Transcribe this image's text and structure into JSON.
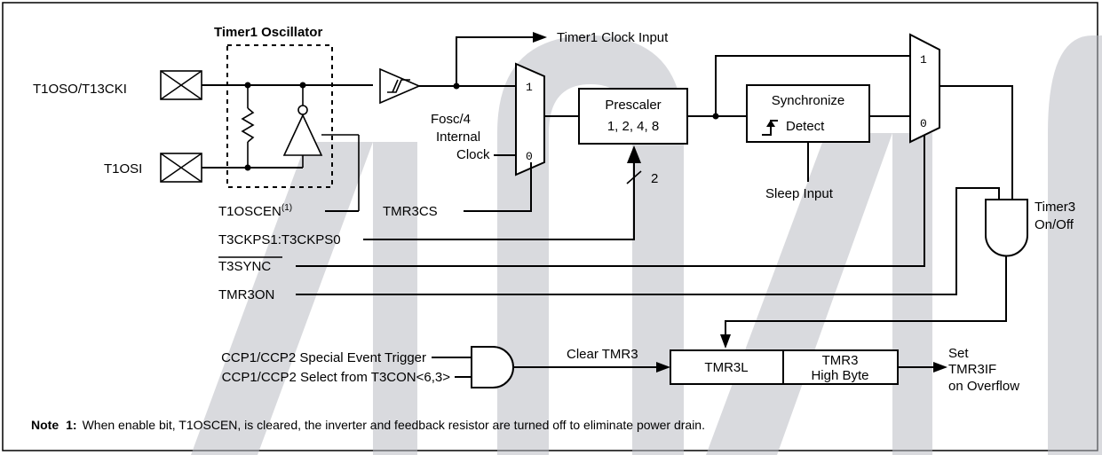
{
  "colors": {
    "line": "#000000",
    "background": "#ffffff",
    "watermark": "#b9bcc3"
  },
  "labels": {
    "timer1_oscillator": "Timer1 Oscillator",
    "pin_t1oso": "T1OSO/T13CKI",
    "pin_t1osi": "T1OSI",
    "timer1_clock_input": "Timer1 Clock Input",
    "fosc_line1": "Fosc/4",
    "fosc_line2": "Internal",
    "fosc_line3": "Clock",
    "mux1_in1": "1",
    "mux1_in0": "0",
    "prescaler_title": "Prescaler",
    "prescaler_values": "1, 2, 4, 8",
    "bus_width": "2",
    "sync_title": "Synchronize",
    "sync_detect": "Detect",
    "sleep_input": "Sleep Input",
    "mux2_in1": "1",
    "mux2_in0": "0",
    "timer3_onoff_line1": "Timer3",
    "timer3_onoff_line2": "On/Off",
    "t1oscen": "T1OSCEN",
    "t1oscen_note_ref": "(1)",
    "tmr3cs": "TMR3CS",
    "t3ckps": "T3CKPS1:T3CKPS0",
    "t3sync": "T3SYNC",
    "tmr3on": "TMR3ON",
    "ccp_trigger": "CCP1/CCP2 Special Event Trigger",
    "ccp_select": "CCP1/CCP2 Select from T3CON<6,3>",
    "clear_tmr3": "Clear TMR3",
    "tmr3l": "TMR3L",
    "tmr3_high_line1": "TMR3",
    "tmr3_high_line2": "High Byte",
    "set_line1": "Set",
    "set_line2": "TMR3IF",
    "set_line3": "on Overflow"
  },
  "note": {
    "label": "Note",
    "number": "1:",
    "text": "When enable bit, T1OSCEN, is cleared, the inverter and feedback resistor are turned off to eliminate power drain."
  }
}
